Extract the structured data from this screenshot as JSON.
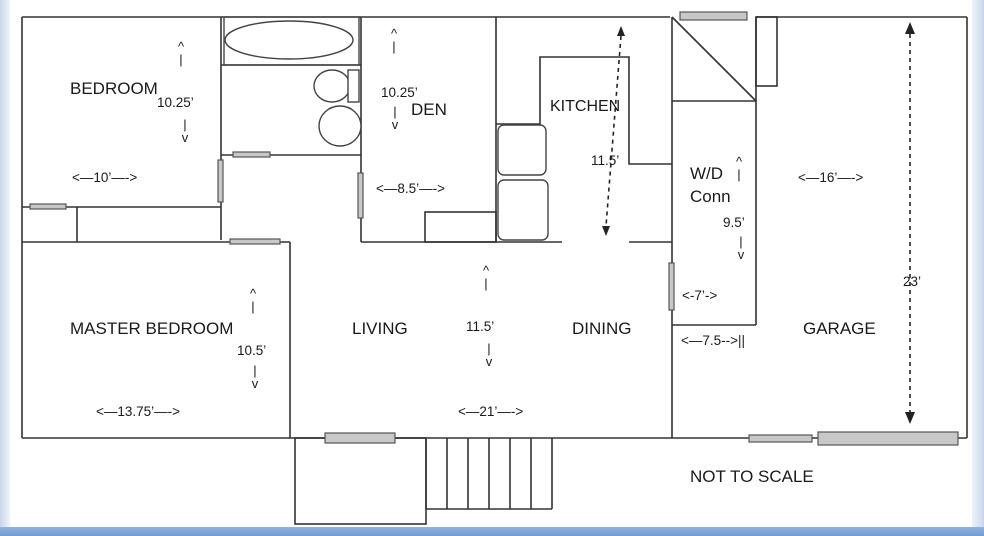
{
  "rooms": {
    "bedroom": "BEDROOM",
    "den": "DEN",
    "kitchen": "KITCHEN",
    "wd": "W/D",
    "conn": "Conn",
    "master_bedroom": "MASTER BEDROOM",
    "living": "LIVING",
    "dining": "DINING",
    "garage": "GARAGE"
  },
  "dimensions": {
    "bedroom_h": "10.25’",
    "bedroom_w": "<—10’—->",
    "den_h": "10.25’",
    "den_w": "<—8.5’—->",
    "kitchen_h": "11.5’",
    "laundry_h": "9.5’",
    "laundry_w": "<-7’->",
    "laundry_w2": "<—7.5-->||",
    "garage_w": "<—16’—->",
    "garage_h": "23’",
    "master_h": "10.5’",
    "master_w": "<—13.75’—->",
    "living_h": "11.5’",
    "living_w": "<—21’—->"
  },
  "arrow_glyphs": {
    "up": "^",
    "bar": "|",
    "down": "v"
  },
  "note": "NOT TO SCALE",
  "colors": {
    "wall": "#333333",
    "window": "#c8c8c8",
    "frame": "#c9d7ea",
    "bottom_bar": "#7aa3d8"
  }
}
